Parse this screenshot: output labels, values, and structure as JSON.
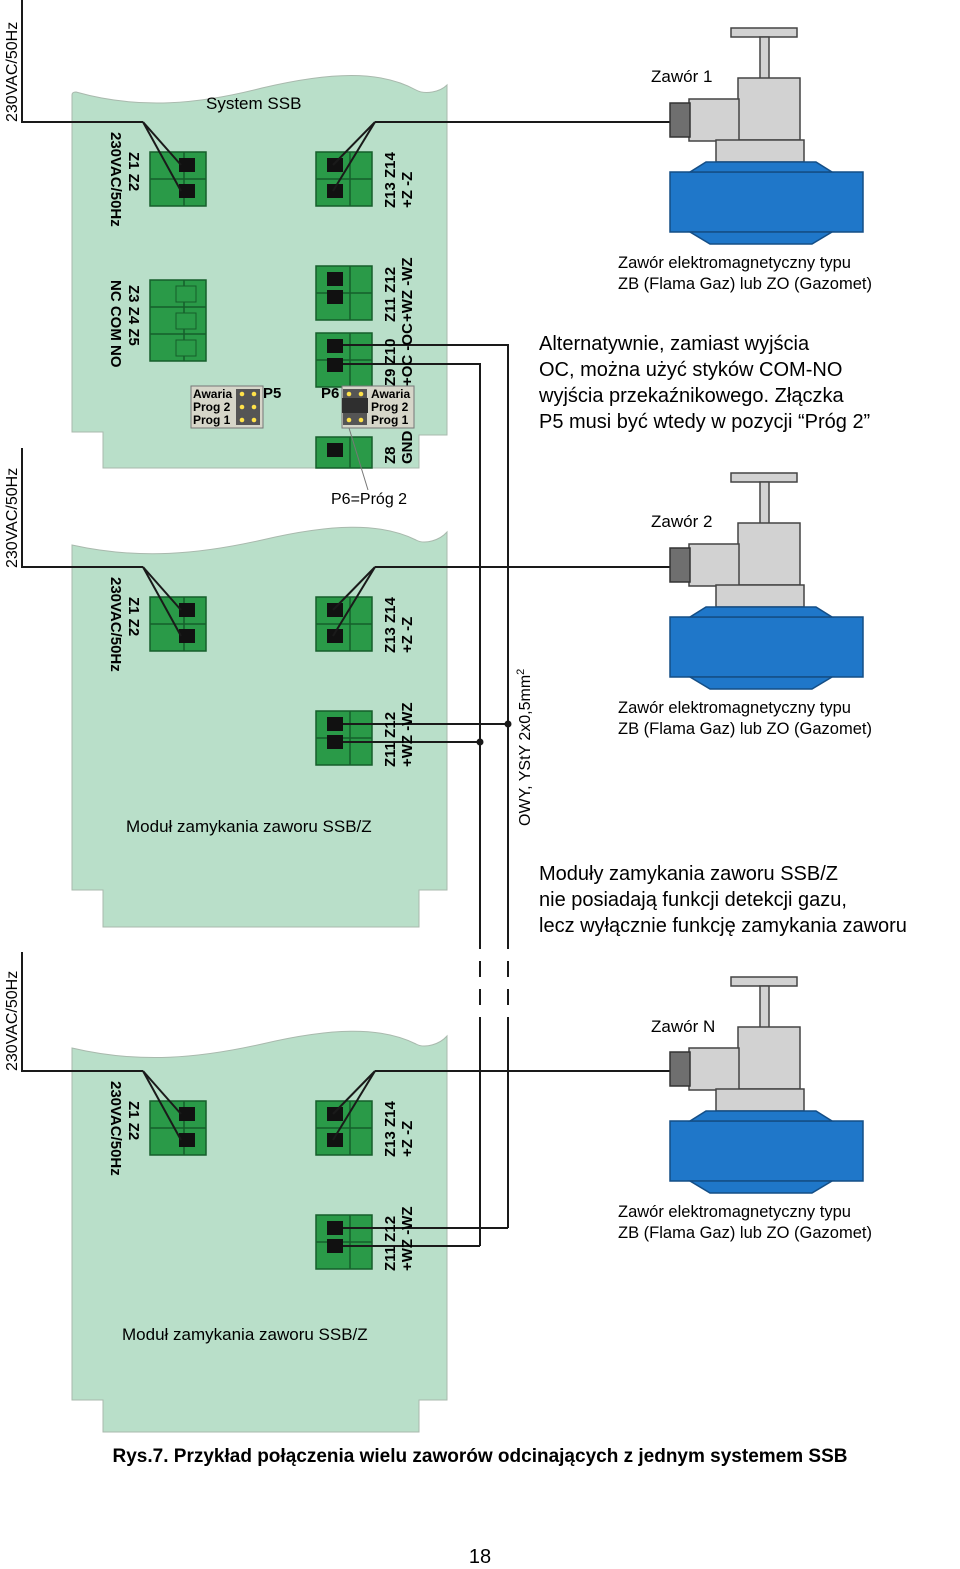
{
  "supply_label": "230VAC/50Hz",
  "main_panel": {
    "title": "System SSB",
    "z1z2": "Z1 Z2",
    "z1z2_sub": "230VAC/50Hz",
    "z3z5": "Z3 Z4 Z5",
    "z3z5_sub": "NC COM NO",
    "z13z14": "Z13 Z14",
    "z13z14_sub": "+Z  -Z",
    "z11z12": "Z11 Z12",
    "z11z12_sub": "+WZ -WZ",
    "z9z10": "Z9 Z10",
    "z9z10_sub": "+OC -OC",
    "z8": "Z8",
    "z8_sub": "GND",
    "jumper_rows": [
      "Awaria",
      "Prog 2",
      "Prog 1"
    ],
    "p5": "P5",
    "p6": "P6",
    "p6_note": "P6=Próg 2"
  },
  "module": {
    "title": "Moduł zamykania zaworu SSB/Z",
    "z1z2": "Z1 Z2",
    "z1z2_sub": "230VAC/50Hz",
    "z13z14": "Z13 Z14",
    "z13z14_sub": "+Z  -Z",
    "z11z12": "Z11 Z12",
    "z11z12_sub": "+WZ -WZ"
  },
  "valves": {
    "names": [
      "Zawór 1",
      "Zawór 2",
      "Zawór N"
    ],
    "type_line1": "Zawór elektromagnetyczny typu",
    "type_line2": "ZB (Flama Gaz) lub ZO (Gazomet)"
  },
  "cable": {
    "label": "OWY, YStY 2x0,5mm",
    "superscript": "2"
  },
  "notes": {
    "alternative": [
      "Alternatywnie, zamiast wyjścia",
      "OC, można użyć styków COM-NO",
      "wyjścia przekaźnikowego. Złączka",
      "P5 musi być wtedy w pozycji “Próg 2”"
    ],
    "modules": [
      "Moduły zamykania zaworu SSB/Z",
      "nie posiadają funkcji detekcji gazu,",
      "lecz wyłącznie funkcję zamykania zaworu"
    ]
  },
  "caption": "Rys.7. Przykład połączenia wielu zaworów odcinających z jednym systemem SSB",
  "page_number": "18",
  "colors": {
    "panel": "#b9dfc9",
    "terminal": "#2a9a48",
    "valve_body": "#1f77c9",
    "valve_grey": "#d2d2d2"
  }
}
